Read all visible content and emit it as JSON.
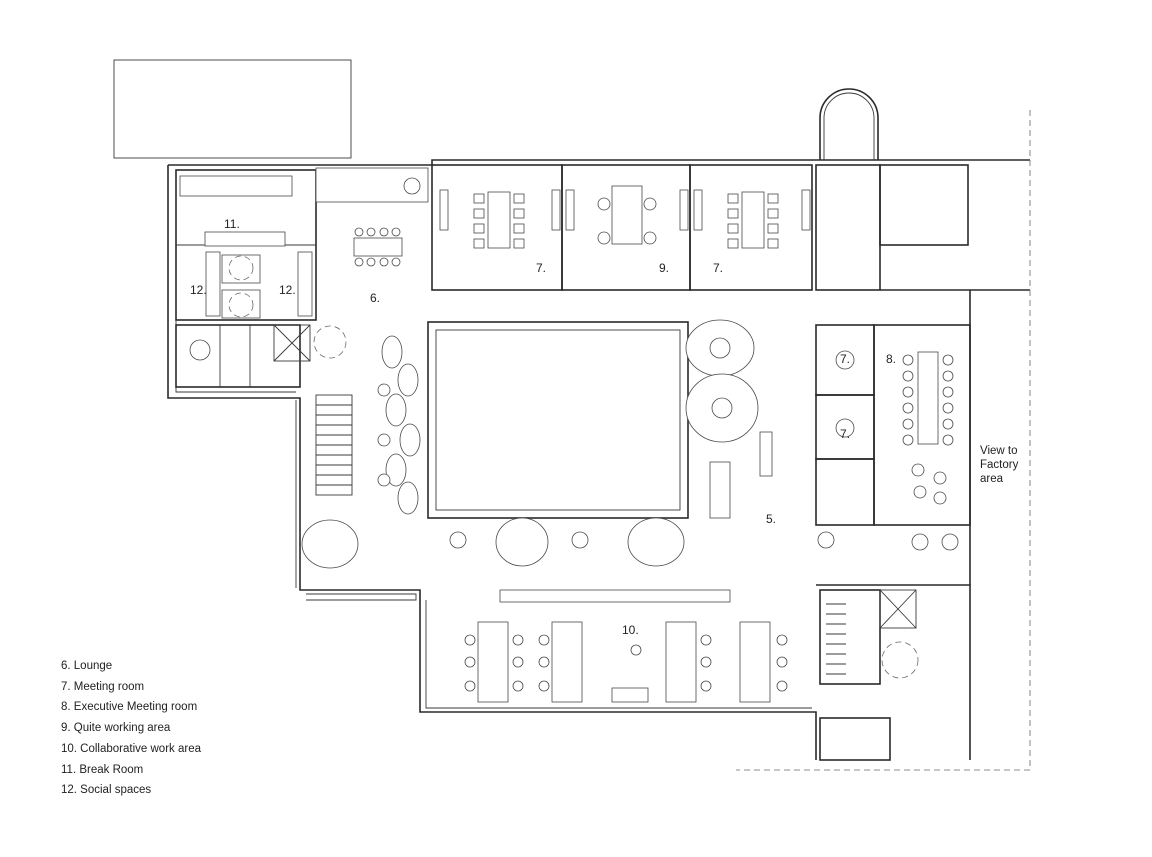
{
  "legend": [
    "6. Lounge",
    "7. Meeting room",
    "8. Executive Meeting room",
    "9. Quite working area",
    "10. Collaborative work area",
    "11. Break Room",
    "12. Social spaces"
  ],
  "room_labels": {
    "break_room": "11.",
    "social_left": "12.",
    "social_right": "12.",
    "lounge": "6.",
    "meeting_a": "7.",
    "quiet": "9.",
    "meeting_b": "7.",
    "meeting_c": "7.",
    "meeting_d": "7.",
    "executive": "8.",
    "area_5": "5.",
    "collab": "10."
  },
  "view_label": [
    "View to",
    "Factory",
    "area"
  ]
}
